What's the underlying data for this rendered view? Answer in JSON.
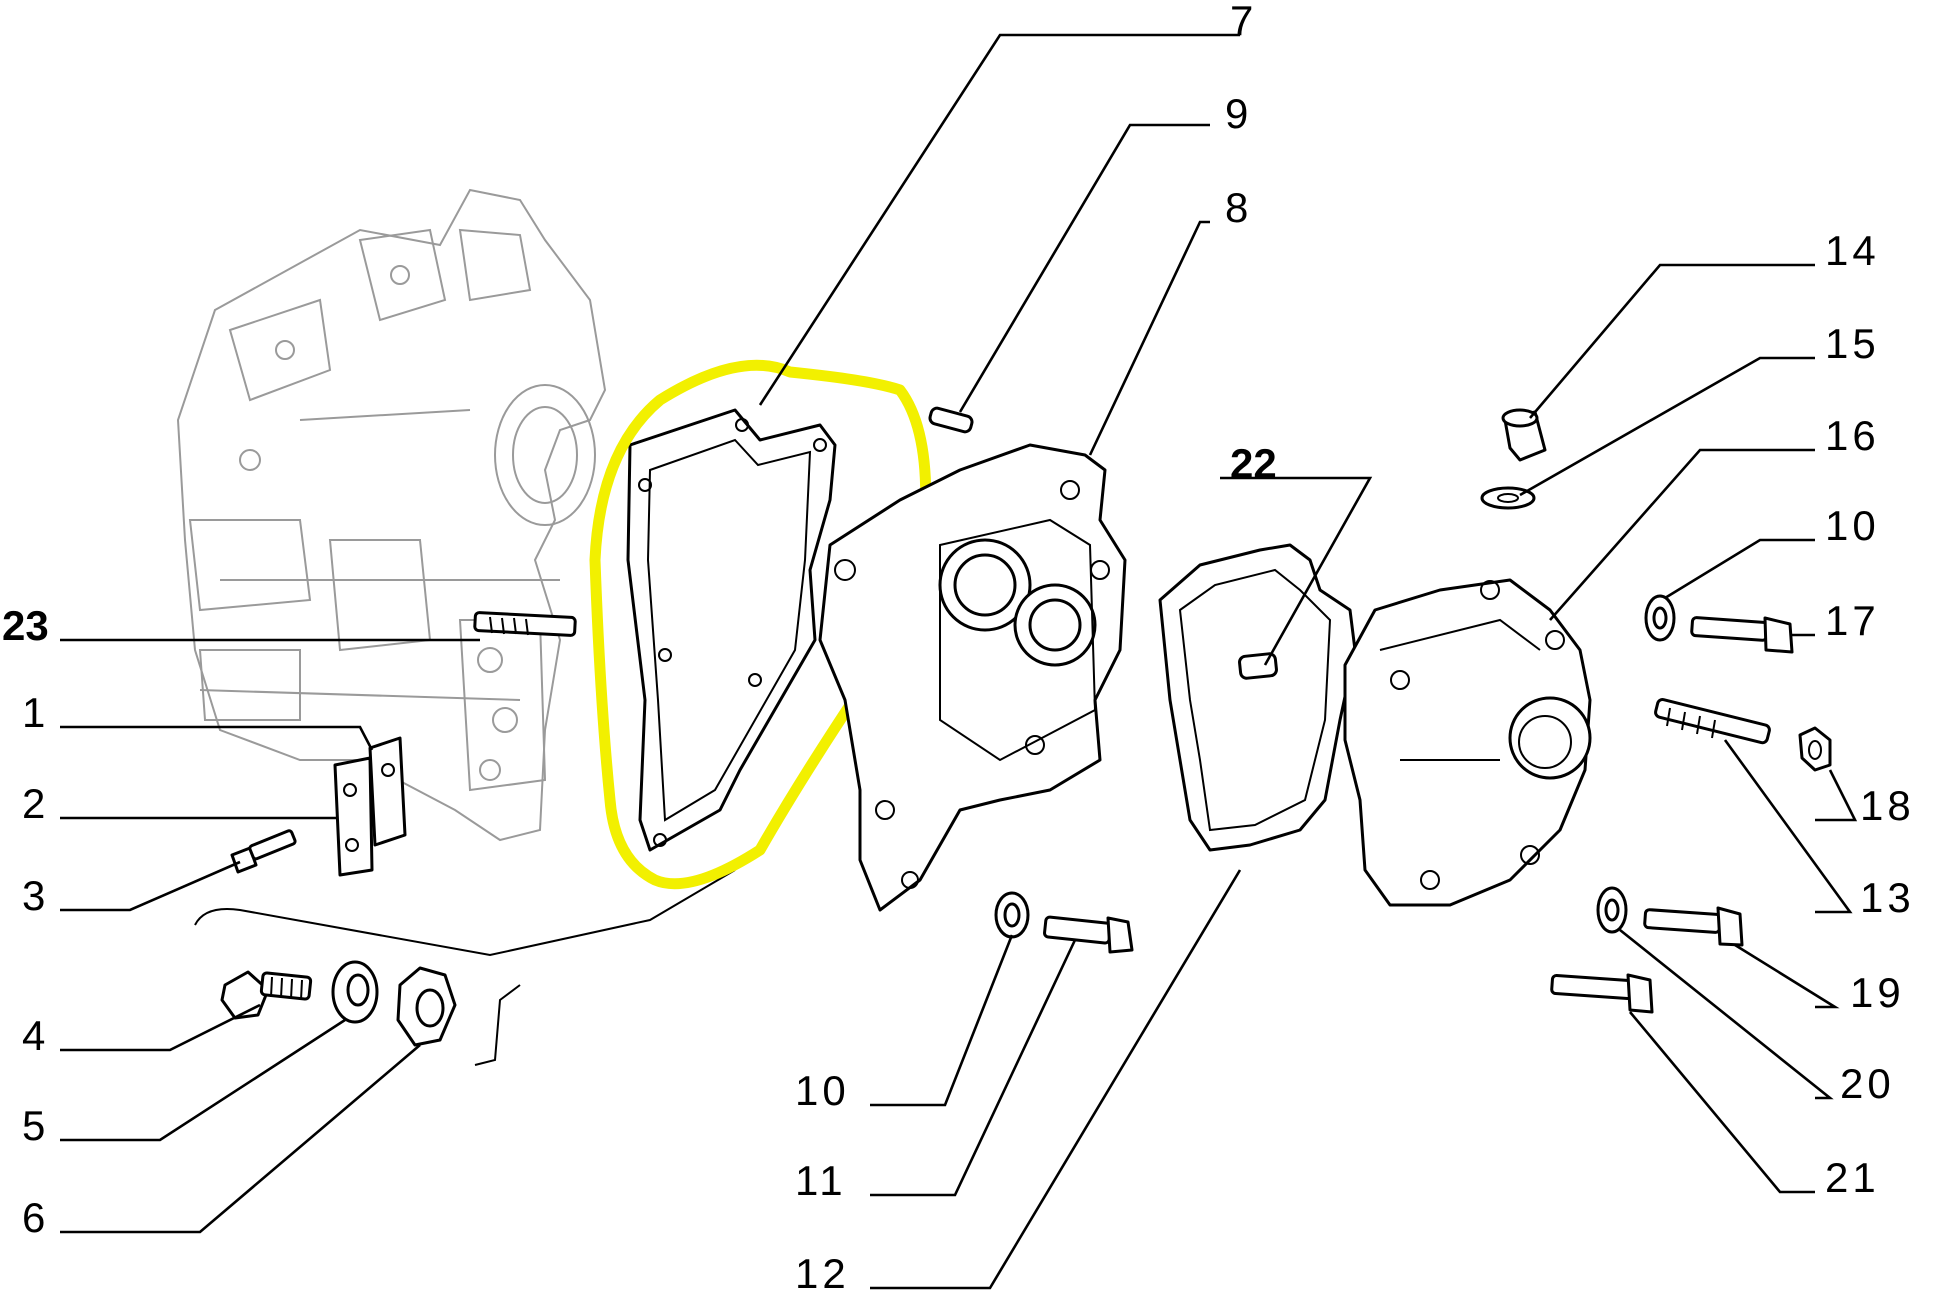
{
  "callouts": [
    {
      "id": "1",
      "label": "1"
    },
    {
      "id": "2",
      "label": "2"
    },
    {
      "id": "3",
      "label": "3"
    },
    {
      "id": "4",
      "label": "4"
    },
    {
      "id": "5",
      "label": "5"
    },
    {
      "id": "6",
      "label": "6"
    },
    {
      "id": "7",
      "label": "7"
    },
    {
      "id": "8",
      "label": "8"
    },
    {
      "id": "9",
      "label": "9"
    },
    {
      "id": "10a",
      "label": "10"
    },
    {
      "id": "10b",
      "label": "10"
    },
    {
      "id": "11",
      "label": "11"
    },
    {
      "id": "12",
      "label": "12"
    },
    {
      "id": "13",
      "label": "13"
    },
    {
      "id": "14",
      "label": "14"
    },
    {
      "id": "15",
      "label": "15"
    },
    {
      "id": "16",
      "label": "16"
    },
    {
      "id": "17",
      "label": "17"
    },
    {
      "id": "18",
      "label": "18"
    },
    {
      "id": "19",
      "label": "19"
    },
    {
      "id": "20",
      "label": "20"
    },
    {
      "id": "21",
      "label": "21"
    },
    {
      "id": "22",
      "label": "22"
    },
    {
      "id": "23",
      "label": "23"
    }
  ],
  "highlight": {
    "target_part": "7",
    "color": "#f2f000"
  },
  "colors": {
    "ink": "#000000",
    "ghost": "#9a9a9a",
    "background": "#ffffff"
  }
}
